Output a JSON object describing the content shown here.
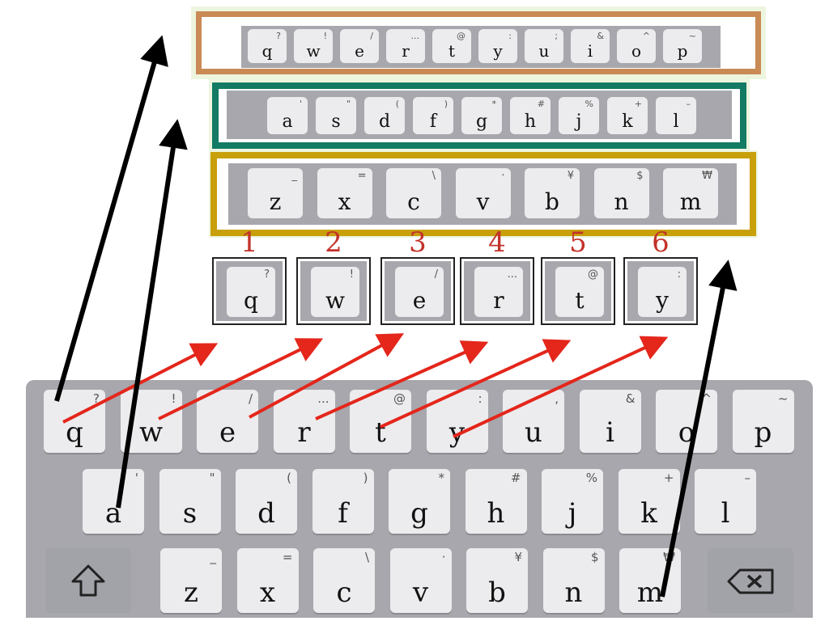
{
  "row_top": {
    "keys": [
      {
        "k": "q",
        "s": "?"
      },
      {
        "k": "w",
        "s": "!"
      },
      {
        "k": "e",
        "s": "/"
      },
      {
        "k": "r",
        "s": "..."
      },
      {
        "k": "t",
        "s": "@"
      },
      {
        "k": "y",
        "s": ":"
      },
      {
        "k": "u",
        "s": ";"
      },
      {
        "k": "i",
        "s": "&"
      },
      {
        "k": "o",
        "s": "^"
      },
      {
        "k": "p",
        "s": "~"
      }
    ]
  },
  "row_middle": {
    "keys": [
      {
        "k": "a",
        "s": "'"
      },
      {
        "k": "s",
        "s": "\""
      },
      {
        "k": "d",
        "s": "("
      },
      {
        "k": "f",
        "s": ")"
      },
      {
        "k": "g",
        "s": "*"
      },
      {
        "k": "h",
        "s": "#"
      },
      {
        "k": "j",
        "s": "%"
      },
      {
        "k": "k",
        "s": "+"
      },
      {
        "k": "l",
        "s": "–"
      }
    ]
  },
  "row_bottom": {
    "keys": [
      {
        "k": "z",
        "s": "_"
      },
      {
        "k": "x",
        "s": "="
      },
      {
        "k": "c",
        "s": "\\"
      },
      {
        "k": "v",
        "s": "·"
      },
      {
        "k": "b",
        "s": "¥"
      },
      {
        "k": "n",
        "s": "$"
      },
      {
        "k": "m",
        "s": "₩"
      }
    ]
  },
  "demo_keys": [
    {
      "num": "1",
      "k": "q",
      "s": "?"
    },
    {
      "num": "2",
      "k": "w",
      "s": "!"
    },
    {
      "num": "3",
      "k": "e",
      "s": "/"
    },
    {
      "num": "4",
      "k": "r",
      "s": "..."
    },
    {
      "num": "5",
      "k": "t",
      "s": "@"
    },
    {
      "num": "6",
      "k": "y",
      "s": ":"
    }
  ],
  "keyboard": {
    "row1": [
      {
        "k": "q",
        "s": "?"
      },
      {
        "k": "w",
        "s": "!"
      },
      {
        "k": "e",
        "s": "/"
      },
      {
        "k": "r",
        "s": "..."
      },
      {
        "k": "t",
        "s": "@"
      },
      {
        "k": "y",
        "s": ":"
      },
      {
        "k": "u",
        "s": ","
      },
      {
        "k": "i",
        "s": "&"
      },
      {
        "k": "o",
        "s": "^"
      },
      {
        "k": "p",
        "s": "~"
      }
    ],
    "row2": [
      {
        "k": "a",
        "s": "'"
      },
      {
        "k": "s",
        "s": "\""
      },
      {
        "k": "d",
        "s": "("
      },
      {
        "k": "f",
        "s": ")"
      },
      {
        "k": "g",
        "s": "*"
      },
      {
        "k": "h",
        "s": "#"
      },
      {
        "k": "j",
        "s": "%"
      },
      {
        "k": "k",
        "s": "+"
      },
      {
        "k": "l",
        "s": "–"
      }
    ],
    "row3": [
      {
        "k": "z",
        "s": "_"
      },
      {
        "k": "x",
        "s": "="
      },
      {
        "k": "c",
        "s": "\\"
      },
      {
        "k": "v",
        "s": "·"
      },
      {
        "k": "b",
        "s": "¥"
      },
      {
        "k": "n",
        "s": "$"
      },
      {
        "k": "m",
        "s": "₩"
      }
    ],
    "shift_icon": "shift-arrow-icon",
    "delete_icon": "backspace-icon"
  },
  "colors": {
    "row_top_border": "#c98a55",
    "row_middle_border": "#137a63",
    "row_bottom_border": "#c8a00c",
    "strip": "#a7a7ad",
    "key": "#ececee",
    "number": "#c2322a",
    "arrow_red": "#e4261b",
    "arrow_black": "#000000"
  }
}
